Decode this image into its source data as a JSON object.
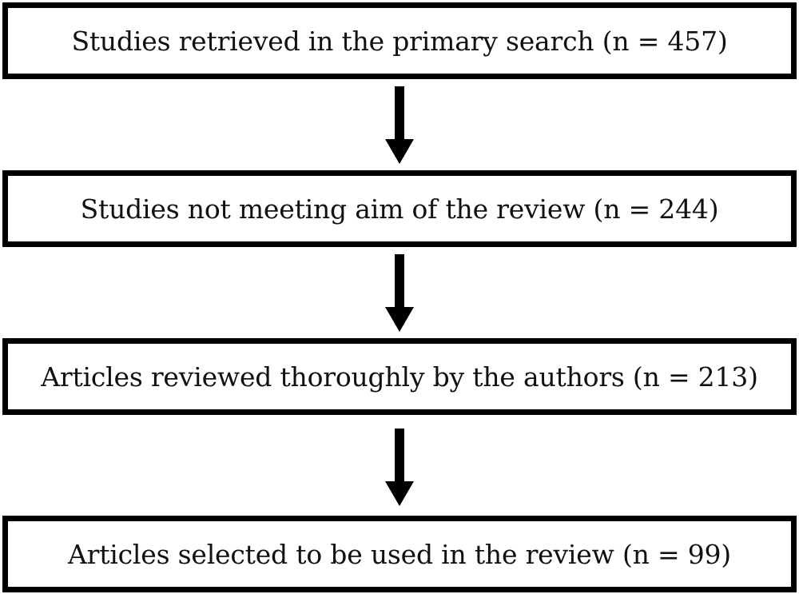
{
  "flowchart": {
    "steps": [
      "Studies retrieved in the primary search (n = 457)",
      "Studies not meeting aim of the review (n = 244)",
      "Articles reviewed thoroughly by the authors (n = 213)",
      "Articles selected to be used in the review (n = 99)"
    ],
    "colors": {
      "border": "#000000",
      "arrow": "#000000",
      "background": "#ffffff"
    },
    "arrow_icon": "arrow-down-icon"
  }
}
